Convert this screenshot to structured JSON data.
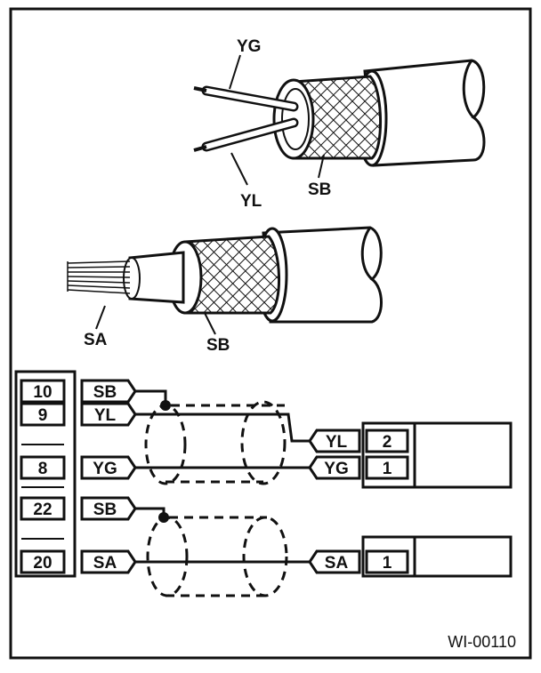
{
  "labels": {
    "top_yg": "YG",
    "top_yl": "YL",
    "top_sb": "SB",
    "mid_sa": "SA",
    "mid_sb": "SB"
  },
  "connector_left": {
    "pins": [
      "10",
      "9",
      "8",
      "22",
      "20"
    ]
  },
  "wire_tags_left": [
    "SB",
    "YL",
    "YG",
    "SB",
    "SA"
  ],
  "connector_right_top": {
    "tags": [
      "YL",
      "YG"
    ],
    "pins": [
      "2",
      "1"
    ]
  },
  "connector_right_bottom": {
    "tags": [
      "SA"
    ],
    "pins": [
      "1"
    ]
  },
  "reference": "WI-00110"
}
